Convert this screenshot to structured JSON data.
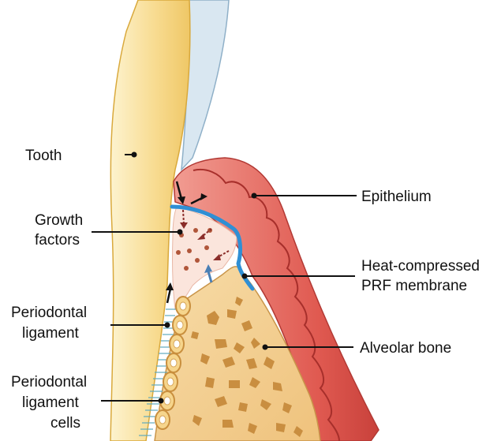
{
  "diagram": {
    "labels": {
      "tooth": "Tooth",
      "growth_factors_line1": "Growth",
      "growth_factors_line2": "factors",
      "periodontal_ligament_line1": "Periodontal",
      "periodontal_ligament_line2": "ligament",
      "pdl_cells_line1": "Periodontal",
      "pdl_cells_line2": "ligament",
      "pdl_cells_line3": "cells",
      "epithelium": "Epithelium",
      "prf_line1": "Heat-compressed",
      "prf_line2": "PRF membrane",
      "alveolar_bone": "Alveolar bone"
    },
    "colors": {
      "tooth": "#f7d98c",
      "tooth_highlight": "#fdf1c8",
      "enamel_edge": "#c9dcea",
      "gingiva": "#e2574f",
      "gingiva_inner": "#ec8a80",
      "gingiva_dark": "#c43c37",
      "bone": "#f1c98a",
      "bone_pore": "#c98f3e",
      "membrane": "#2f8fd4",
      "ligament": "#8ec8d6",
      "clot": "#fbe3dd",
      "growth_factor_dot": "#b0563a",
      "arrow_dark": "#8b2e2a",
      "arrow_blue": "#4a7fb5"
    }
  }
}
